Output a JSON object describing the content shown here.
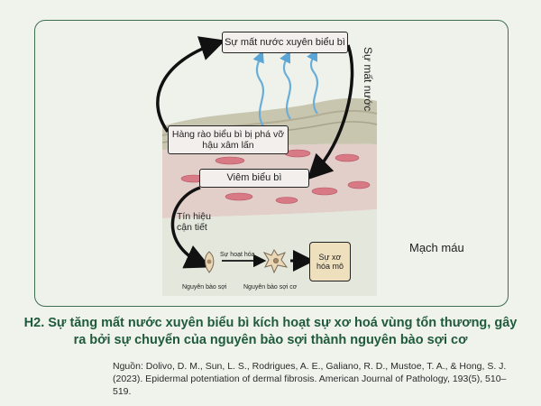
{
  "diagram": {
    "top_box": "Sự mất nước xuyên biểu bì",
    "side_label": "Sự mất nước",
    "barrier_box": "Hàng rào biểu bì bị phá vỡ hậu xâm lấn",
    "inflammation_box": "Viêm biểu bì",
    "signal_label": "Tín hiệu cận tiết",
    "activation_label": "Sự hoạt hóa",
    "fibroblast_label": "Nguyên bào sợi",
    "myofibroblast_label": "Nguyên bào sợi cơ",
    "fibrosis_box": "Sự xơ hóa mô",
    "vessel_label": "Mạch máu"
  },
  "caption": "H2. Sự tăng mất nước xuyên biểu bì kích hoạt sự xơ hoá vùng tổn thương, gây ra bởi sự chuyển của nguyên bào sợi thành nguyên bào sợi cơ",
  "source": "Nguồn: Dolivo, D. M., Sun, L. S., Rodrigues, A. E., Galiano, R. D., Mustoe, T. A., & Hong, S. J. (2023). Epidermal potentiation of dermal fibrosis. American Journal of Pathology, 193(5), 510–519.",
  "colors": {
    "accent": "#1f5a3c",
    "vapor": "#6aaed8",
    "cell": "#d77a85",
    "fibrosis_box": "#efe0bd"
  }
}
